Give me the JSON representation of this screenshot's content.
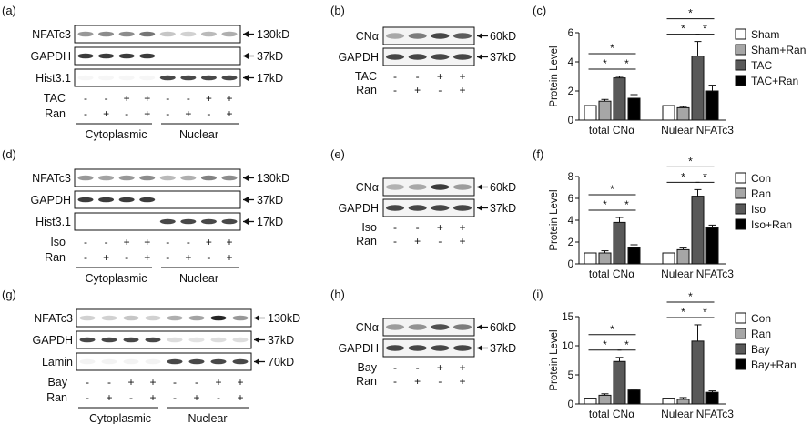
{
  "rows": [
    {
      "wb_letter": "(a)",
      "cn_letter": "(b)",
      "chart_letter": "(c)",
      "wb_labels": [
        "NFATc3",
        "GAPDH",
        "Hist3.1"
      ],
      "wb_kd": [
        "130kD",
        "37kD",
        "17kD"
      ],
      "treat_name": "TAC",
      "treat_signs": [
        "-",
        "-",
        "+",
        "+",
        "-",
        "-",
        "+",
        "+"
      ],
      "ran_name": "Ran",
      "ran_signs": [
        "-",
        "+",
        "-",
        "+",
        "-",
        "+",
        "-",
        "+"
      ],
      "fractions": [
        "Cytoplasmic",
        "Nuclear"
      ],
      "cn_labels": [
        "CNα",
        "GAPDH"
      ],
      "cn_kd": [
        "60kD",
        "37kD"
      ],
      "cn_treat_name": "TAC",
      "cn_treat_signs": [
        "-",
        "-",
        "+",
        "+"
      ],
      "cn_ran_name": "Ran",
      "cn_ran_signs": [
        "-",
        "+",
        "-",
        "+"
      ]
    },
    {
      "wb_letter": "(d)",
      "cn_letter": "(e)",
      "chart_letter": "(f)",
      "wb_labels": [
        "NFATc3",
        "GAPDH",
        "Hist3.1"
      ],
      "wb_kd": [
        "130kD",
        "37kD",
        "17kD"
      ],
      "treat_name": "Iso",
      "treat_signs": [
        "-",
        "-",
        "+",
        "+",
        "-",
        "-",
        "+",
        "+"
      ],
      "ran_name": "Ran",
      "ran_signs": [
        "-",
        "+",
        "-",
        "+",
        "-",
        "+",
        "-",
        "+"
      ],
      "fractions": [
        "Cytoplasmic",
        "Nuclear"
      ],
      "cn_labels": [
        "CNα",
        "GAPDH"
      ],
      "cn_kd": [
        "60kD",
        "37kD"
      ],
      "cn_treat_name": "Iso",
      "cn_treat_signs": [
        "-",
        "-",
        "+",
        "+"
      ],
      "cn_ran_name": "Ran",
      "cn_ran_signs": [
        "-",
        "+",
        "-",
        "+"
      ]
    },
    {
      "wb_letter": "(g)",
      "cn_letter": "(h)",
      "chart_letter": "(i)",
      "wb_labels": [
        "NFATc3",
        "GAPDH",
        "Lamin"
      ],
      "wb_kd": [
        "130kD",
        "37kD",
        "70kD"
      ],
      "treat_name": "Bay",
      "treat_signs": [
        "-",
        "-",
        "+",
        "+",
        "-",
        "-",
        "+",
        "+"
      ],
      "ran_name": "Ran",
      "ran_signs": [
        "-",
        "+",
        "-",
        "+",
        "-",
        "+",
        "-",
        "+"
      ],
      "fractions": [
        "Cytoplasmic",
        "Nuclear"
      ],
      "cn_labels": [
        "CNα",
        "GAPDH"
      ],
      "cn_kd": [
        "60kD",
        "37kD"
      ],
      "cn_treat_name": "Bay",
      "cn_treat_signs": [
        "-",
        "-",
        "+",
        "+"
      ],
      "cn_ran_name": "Ran",
      "cn_ran_signs": [
        "-",
        "+",
        "-",
        "+"
      ]
    }
  ],
  "colors": {
    "bar_fills": [
      "#ffffff",
      "#a6a6a6",
      "#595959",
      "#000000"
    ],
    "band": "#1a1a1a"
  },
  "chart_data": [
    {
      "type": "bar",
      "ylabel": "Protein Level",
      "ylim": [
        0,
        6
      ],
      "yticks": [
        0,
        2,
        4,
        6
      ],
      "groups": [
        "total CNα",
        "Nulear NFATc3"
      ],
      "series": [
        {
          "name": "Sham",
          "values": [
            1.0,
            1.0
          ],
          "errors": [
            0,
            0
          ]
        },
        {
          "name": "Sham+Ran",
          "values": [
            1.3,
            0.85
          ],
          "errors": [
            0.12,
            0.08
          ]
        },
        {
          "name": "TAC",
          "values": [
            2.9,
            4.4
          ],
          "errors": [
            0.1,
            1.0
          ]
        },
        {
          "name": "TAC+Ran",
          "values": [
            1.5,
            2.0
          ],
          "errors": [
            0.25,
            0.4
          ]
        }
      ],
      "significance": "*",
      "legend_position": "right"
    },
    {
      "type": "bar",
      "ylabel": "Protein Level",
      "ylim": [
        0,
        8
      ],
      "yticks": [
        0,
        2,
        4,
        6,
        8
      ],
      "groups": [
        "total CNα",
        "Nulear NFATc3"
      ],
      "series": [
        {
          "name": "Con",
          "values": [
            1.0,
            1.0
          ],
          "errors": [
            0,
            0
          ]
        },
        {
          "name": "Ran",
          "values": [
            1.0,
            1.3
          ],
          "errors": [
            0.2,
            0.15
          ]
        },
        {
          "name": "Iso",
          "values": [
            3.8,
            6.2
          ],
          "errors": [
            0.45,
            0.6
          ]
        },
        {
          "name": "Iso+Ran",
          "values": [
            1.5,
            3.3
          ],
          "errors": [
            0.25,
            0.25
          ]
        }
      ],
      "significance": "*",
      "legend_position": "right"
    },
    {
      "type": "bar",
      "ylabel": "Protein Level",
      "ylim": [
        0,
        15
      ],
      "yticks": [
        0,
        5,
        10,
        15
      ],
      "groups": [
        "total CNα",
        "Nulear NFATc3"
      ],
      "series": [
        {
          "name": "Con",
          "values": [
            1.0,
            1.0
          ],
          "errors": [
            0,
            0
          ]
        },
        {
          "name": "Ran",
          "values": [
            1.5,
            0.8
          ],
          "errors": [
            0.25,
            0.3
          ]
        },
        {
          "name": "Bay",
          "values": [
            7.3,
            10.8
          ],
          "errors": [
            0.7,
            2.8
          ]
        },
        {
          "name": "Bay+Ran",
          "values": [
            2.4,
            2.0
          ],
          "errors": [
            0.15,
            0.25
          ]
        }
      ],
      "significance": "*",
      "legend_position": "right"
    }
  ]
}
